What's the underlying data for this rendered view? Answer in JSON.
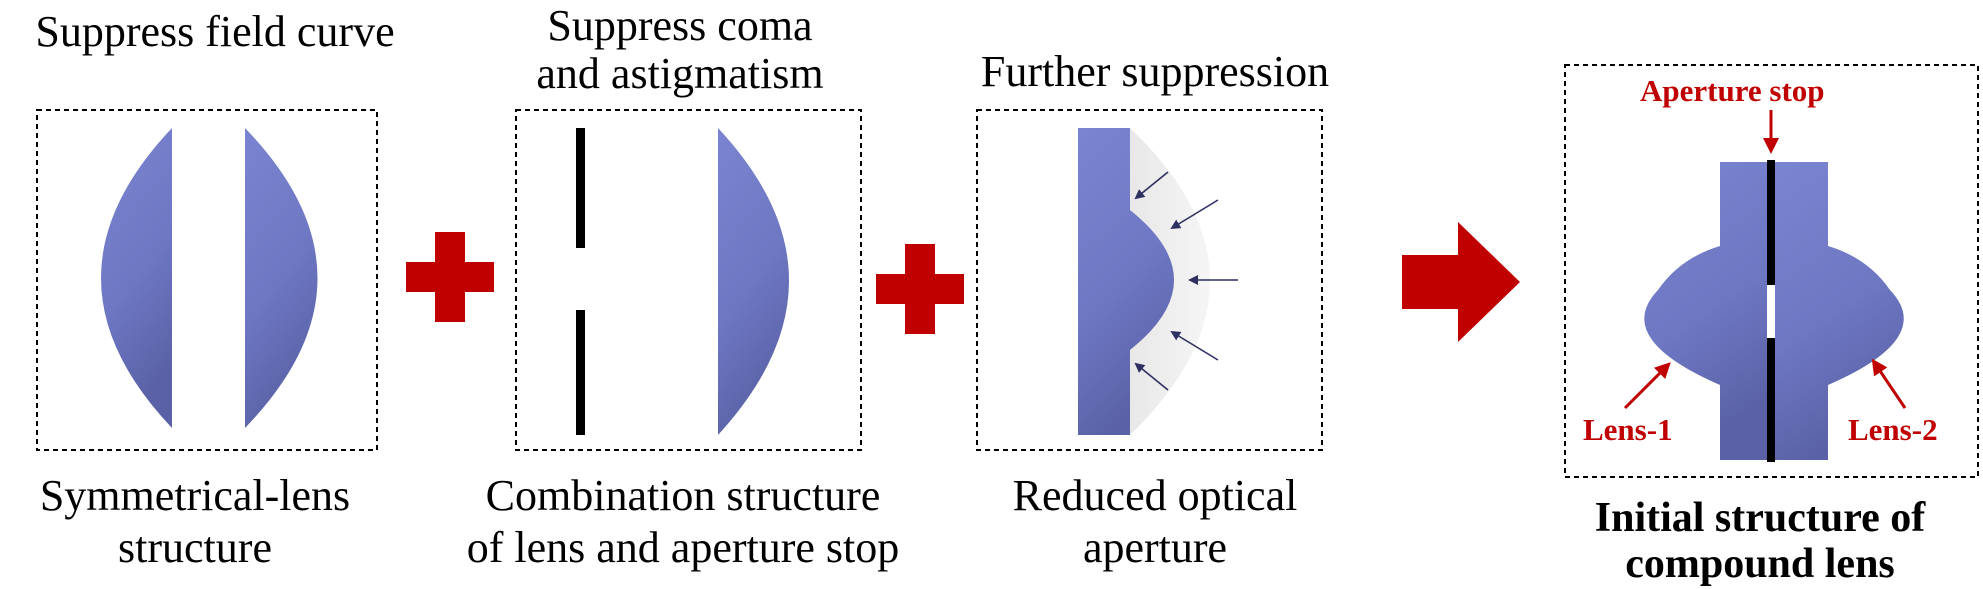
{
  "panels": [
    {
      "top_label": [
        "Suppress field curve"
      ],
      "bottom_label": [
        "Symmetrical-lens",
        "structure"
      ]
    },
    {
      "top_label": [
        "Suppress coma",
        "and astigmatism"
      ],
      "bottom_label": [
        "Combination structure",
        "of lens and aperture stop"
      ]
    },
    {
      "top_label": [
        "Further suppression"
      ],
      "bottom_label": [
        "Reduced optical",
        "aperture"
      ]
    }
  ],
  "result": {
    "title": [
      "Initial structure of",
      "compound lens"
    ],
    "aperture_stop_label": "Aperture stop",
    "lens1_label": "Lens-1",
    "lens2_label": "Lens-2"
  },
  "colors": {
    "lens": "#6f79c4",
    "lens_dark": "#5b63a8",
    "accent_red": "#c00000",
    "stop": "#000000"
  }
}
